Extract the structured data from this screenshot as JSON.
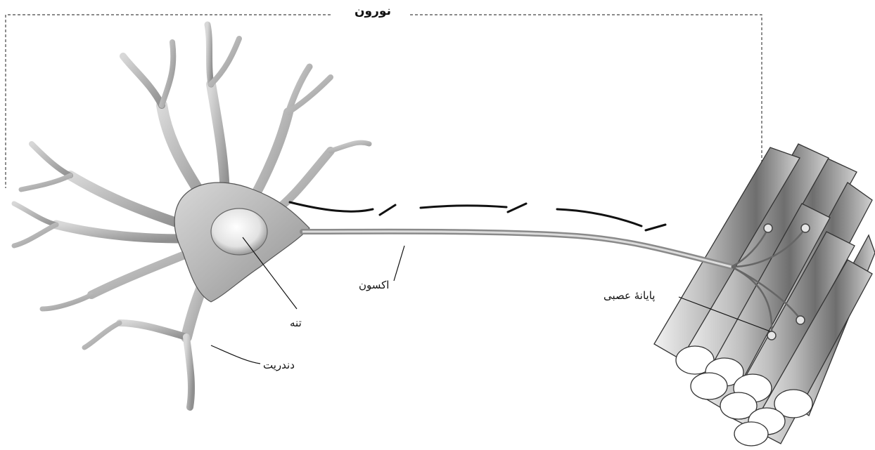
{
  "diagram": {
    "title": "نورون",
    "labels": {
      "cell_body": "تنه",
      "axon": "اکسون",
      "dendrite": "دندریت",
      "nerve_ending": "پایانهٔ عصبی"
    }
  }
}
